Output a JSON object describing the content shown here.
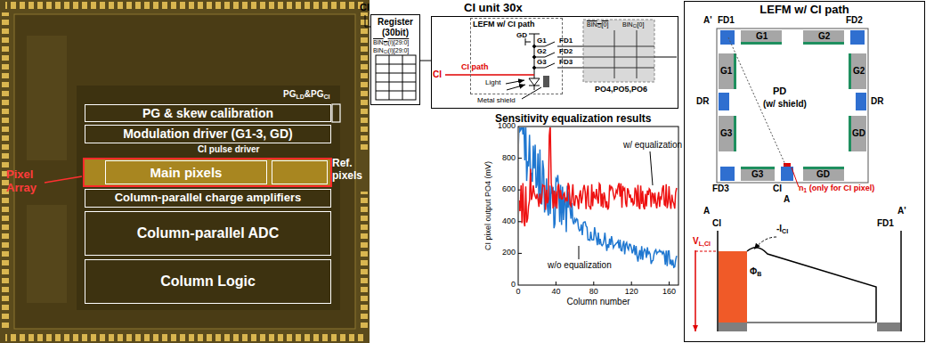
{
  "diagram": {
    "nodes": [
      {
        "text": [
          "PG & skew calibration"
        ]
      },
      {
        "text": [
          "Modulation driver (G1-3, GD)"
        ]
      },
      {
        "text": [
          "Pixel Array"
        ]
      },
      {
        "text": [
          "Main pixels"
        ],
        "in": 2
      },
      {
        "text": [
          "Ref. pixels"
        ],
        "in": 2
      },
      {
        "text": [
          "Column-parallel charge amplifiers"
        ]
      },
      {
        "text": [
          "Column-parallel ADC"
        ]
      },
      {
        "text": [
          "Column Logic"
        ]
      },
      {
        "text": [
          "Register (30bit)"
        ]
      },
      {
        "text": [
          "CI unit 30x"
        ]
      },
      {
        "text": [
          "LEFM w/ CI path"
        ],
        "in": 9
      },
      {
        "text": [
          "LEFM w/ CI path"
        ]
      }
    ],
    "edges": [
      {
        "from": 8,
        "to": 9,
        "arrow": "none"
      }
    ],
    "labels": [
      "PG",
      "LD",
      "&PG",
      "CI",
      "CI pulse driver",
      "CI",
      "BIN",
      "CI",
      "(i)[29:0]",
      "BIN",
      "CI",
      "(i)[29:0]",
      "GD",
      "G1",
      "G2",
      "G3",
      "FD1",
      "FD2",
      "FD3",
      "CI",
      "CI path",
      "Light",
      "Metal shield",
      "BIN",
      "CI",
      "[0]",
      "BIN",
      "CI",
      "[0]",
      "PO4,PO5,PO6",
      "Sensitivity equalization results",
      "1000",
      "800",
      "600",
      "400",
      "200",
      "0",
      "CI pixel output PO4 (mV)",
      "0",
      "40",
      "80",
      "120",
      "160",
      "Column number",
      "w/ equalization",
      "w/o equalization",
      "A'",
      "FD1",
      "FD2",
      "G1",
      "G2",
      "G1",
      "G2",
      "DR",
      "DR",
      "PD",
      "(w/ shield)",
      "G3",
      "GD",
      "FD3",
      "G3",
      "GD",
      "CI",
      "A",
      "n",
      "1",
      "(only for CI pixel)",
      "A",
      "A'",
      "CI",
      "FD1",
      "V",
      "L,CI",
      "-I",
      "CI",
      "Φ",
      "B"
    ]
  }
}
